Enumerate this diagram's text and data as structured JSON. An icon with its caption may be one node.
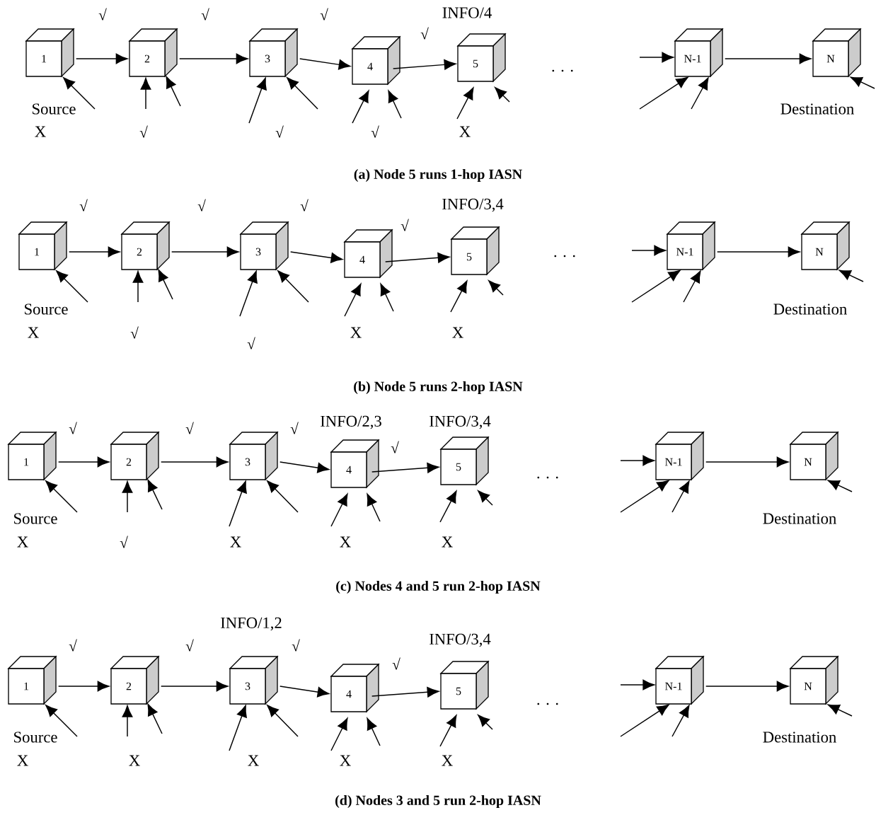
{
  "diagram": {
    "nodes": [
      {
        "text": [
          "1"
        ],
        "beside": [
          "Source"
        ]
      },
      {
        "text": [
          "2"
        ]
      },
      {
        "text": [
          "3"
        ]
      },
      {
        "text": [
          "4"
        ]
      },
      {
        "text": [
          "5"
        ]
      },
      {
        "text": [
          "N-1"
        ]
      },
      {
        "text": [
          "N"
        ],
        "beside": [
          "Destination"
        ]
      },
      {
        "text": [
          "1"
        ],
        "beside": [
          "Source"
        ]
      },
      {
        "text": [
          "2"
        ]
      },
      {
        "text": [
          "3"
        ]
      },
      {
        "text": [
          "4"
        ]
      },
      {
        "text": [
          "5"
        ]
      },
      {
        "text": [
          "N-1"
        ]
      },
      {
        "text": [
          "N"
        ],
        "beside": [
          "Destination"
        ]
      },
      {
        "text": [
          "1"
        ],
        "beside": [
          "Source"
        ]
      },
      {
        "text": [
          "2"
        ]
      },
      {
        "text": [
          "3"
        ]
      },
      {
        "text": [
          "4"
        ]
      },
      {
        "text": [
          "5"
        ]
      },
      {
        "text": [
          "N-1"
        ]
      },
      {
        "text": [
          "N"
        ],
        "beside": [
          "Destination"
        ]
      },
      {
        "text": [
          "1"
        ],
        "beside": [
          "Source"
        ]
      },
      {
        "text": [
          "2"
        ]
      },
      {
        "text": [
          "3"
        ]
      },
      {
        "text": [
          "4"
        ]
      },
      {
        "text": [
          "5"
        ]
      },
      {
        "text": [
          "N-1"
        ]
      },
      {
        "text": [
          "N"
        ],
        "beside": [
          "Destination"
        ]
      }
    ],
    "edges": [
      {
        "from": 0,
        "to": 1,
        "arrow": "to"
      },
      {
        "from": 1,
        "to": 2,
        "arrow": "to"
      },
      {
        "from": 2,
        "to": 3,
        "arrow": "to"
      },
      {
        "from": 3,
        "to": 4,
        "arrow": "to"
      },
      {
        "from": 5,
        "to": 6,
        "arrow": "to"
      },
      {
        "from": null,
        "to": 0,
        "arrow": "to"
      },
      {
        "from": null,
        "to": 1,
        "arrow": "to"
      },
      {
        "from": null,
        "to": 1,
        "arrow": "to"
      },
      {
        "from": null,
        "to": 2,
        "arrow": "to"
      },
      {
        "from": null,
        "to": 2,
        "arrow": "to"
      },
      {
        "from": null,
        "to": 3,
        "arrow": "to"
      },
      {
        "from": null,
        "to": 3,
        "arrow": "to"
      },
      {
        "from": null,
        "to": 4,
        "arrow": "to"
      },
      {
        "from": null,
        "to": 4,
        "arrow": "to"
      },
      {
        "from": null,
        "to": 5,
        "arrow": "to"
      },
      {
        "from": null,
        "to": 5,
        "arrow": "to"
      },
      {
        "from": null,
        "to": 5,
        "arrow": "to"
      },
      {
        "from": null,
        "to": 6,
        "arrow": "to"
      },
      {
        "from": 7,
        "to": 8,
        "arrow": "to"
      },
      {
        "from": 8,
        "to": 9,
        "arrow": "to"
      },
      {
        "from": 9,
        "to": 10,
        "arrow": "to"
      },
      {
        "from": 10,
        "to": 11,
        "arrow": "to"
      },
      {
        "from": 12,
        "to": 13,
        "arrow": "to"
      },
      {
        "from": null,
        "to": 7,
        "arrow": "to"
      },
      {
        "from": null,
        "to": 8,
        "arrow": "to"
      },
      {
        "from": null,
        "to": 8,
        "arrow": "to"
      },
      {
        "from": null,
        "to": 9,
        "arrow": "to"
      },
      {
        "from": null,
        "to": 9,
        "arrow": "to"
      },
      {
        "from": null,
        "to": 10,
        "arrow": "to"
      },
      {
        "from": null,
        "to": 10,
        "arrow": "to"
      },
      {
        "from": null,
        "to": 11,
        "arrow": "to"
      },
      {
        "from": null,
        "to": 11,
        "arrow": "to"
      },
      {
        "from": null,
        "to": 12,
        "arrow": "to"
      },
      {
        "from": null,
        "to": 12,
        "arrow": "to"
      },
      {
        "from": null,
        "to": 12,
        "arrow": "to"
      },
      {
        "from": null,
        "to": 13,
        "arrow": "to"
      },
      {
        "from": 14,
        "to": 15,
        "arrow": "to"
      },
      {
        "from": 15,
        "to": 16,
        "arrow": "to"
      },
      {
        "from": 16,
        "to": 17,
        "arrow": "to"
      },
      {
        "from": 17,
        "to": 18,
        "arrow": "to"
      },
      {
        "from": 19,
        "to": 20,
        "arrow": "to"
      },
      {
        "from": null,
        "to": 14,
        "arrow": "to"
      },
      {
        "from": null,
        "to": 15,
        "arrow": "to"
      },
      {
        "from": null,
        "to": 15,
        "arrow": "to"
      },
      {
        "from": null,
        "to": 16,
        "arrow": "to"
      },
      {
        "from": null,
        "to": 16,
        "arrow": "to"
      },
      {
        "from": null,
        "to": 17,
        "arrow": "to"
      },
      {
        "from": null,
        "to": 17,
        "arrow": "to"
      },
      {
        "from": null,
        "to": 18,
        "arrow": "to"
      },
      {
        "from": null,
        "to": 18,
        "arrow": "to"
      },
      {
        "from": null,
        "to": 19,
        "arrow": "to"
      },
      {
        "from": null,
        "to": 19,
        "arrow": "to"
      },
      {
        "from": null,
        "to": 19,
        "arrow": "to"
      },
      {
        "from": null,
        "to": 20,
        "arrow": "to"
      },
      {
        "from": 21,
        "to": 22,
        "arrow": "to"
      },
      {
        "from": 22,
        "to": 23,
        "arrow": "to"
      },
      {
        "from": 23,
        "to": 24,
        "arrow": "to"
      },
      {
        "from": 24,
        "to": 25,
        "arrow": "to"
      },
      {
        "from": 26,
        "to": 27,
        "arrow": "to"
      },
      {
        "from": null,
        "to": 21,
        "arrow": "to"
      },
      {
        "from": null,
        "to": 22,
        "arrow": "to"
      },
      {
        "from": null,
        "to": 22,
        "arrow": "to"
      },
      {
        "from": null,
        "to": 23,
        "arrow": "to"
      },
      {
        "from": null,
        "to": 23,
        "arrow": "to"
      },
      {
        "from": null,
        "to": 24,
        "arrow": "to"
      },
      {
        "from": null,
        "to": 24,
        "arrow": "to"
      },
      {
        "from": null,
        "to": 25,
        "arrow": "to"
      },
      {
        "from": null,
        "to": 25,
        "arrow": "to"
      },
      {
        "from": null,
        "to": 26,
        "arrow": "to"
      },
      {
        "from": null,
        "to": 26,
        "arrow": "to"
      },
      {
        "from": null,
        "to": 26,
        "arrow": "to"
      },
      {
        "from": null,
        "to": 27,
        "arrow": "to"
      }
    ],
    "labels": [
      "√",
      "√",
      "√",
      "√",
      "INFO/4",
      "X",
      "√",
      "√",
      "√",
      "X",
      ". . .",
      "(a) Node 5 runs 1-hop IASN",
      "√",
      "√",
      "√",
      "√",
      "INFO/3,4",
      "X",
      "√",
      "√",
      "X",
      "X",
      ". . .",
      "(b) Node 5 runs 2-hop IASN",
      "√",
      "√",
      "√",
      "√",
      "INFO/2,3",
      "INFO/3,4",
      "X",
      "√",
      "X",
      "X",
      "X",
      ". . .",
      "(c) Nodes 4 and 5 run 2-hop IASN",
      "√",
      "√",
      "√",
      "√",
      "INFO/1,2",
      "INFO/3,4",
      "X",
      "X",
      "X",
      "X",
      "X",
      ". . .",
      "(d) Nodes 3 and 5 run 2-hop IASN"
    ]
  }
}
